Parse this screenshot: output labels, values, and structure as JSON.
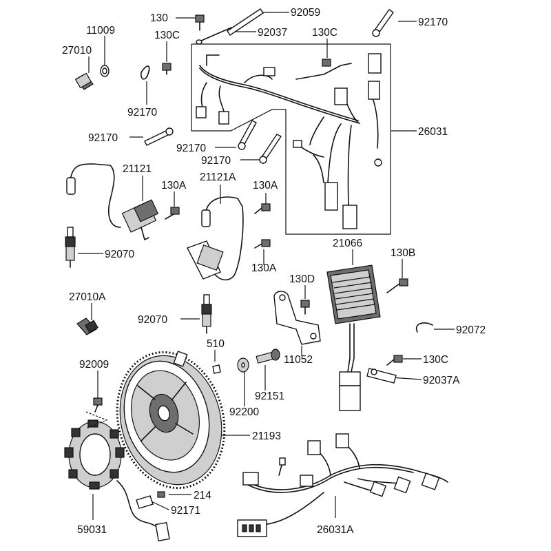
{
  "diagram": {
    "labels": {
      "p130": "130",
      "p92059": "92059",
      "p92037": "92037",
      "p92170_tr": "92170",
      "p11009": "11009",
      "p130C_top": "130C",
      "p130C_mid": "130C",
      "p27010": "27010",
      "p92170_l": "92170",
      "p26031": "26031",
      "p92170_l2": "92170",
      "p92170_c1": "92170",
      "p92170_c2": "92170",
      "p21121": "21121",
      "p130A_1": "130A",
      "p21121A": "21121A",
      "p130A_2": "130A",
      "p92070_1": "92070",
      "p130A_3": "130A",
      "p21066": "21066",
      "p130B": "130B",
      "p27010A": "27010A",
      "p130D": "130D",
      "p92070_2": "92070",
      "p92072": "92072",
      "p510": "510",
      "p92009": "92009",
      "p11052": "11052",
      "p130C_r": "130C",
      "p92151": "92151",
      "p92037A": "92037A",
      "p92200": "92200",
      "p21193": "21193",
      "p214": "214",
      "p92171": "92171",
      "p59031": "59031",
      "p26031A": "26031A"
    }
  }
}
